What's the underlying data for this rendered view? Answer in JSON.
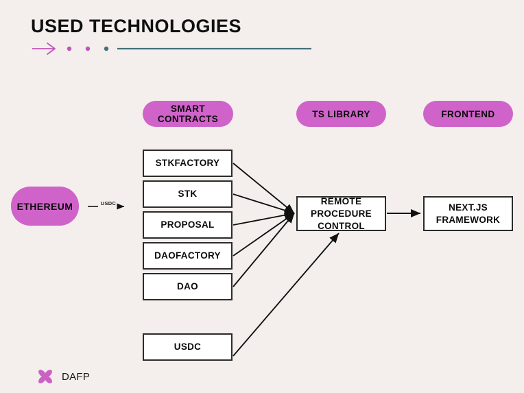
{
  "page": {
    "title": "USED TECHNOLOGIES",
    "background_color": "#F4EFEC"
  },
  "theme": {
    "accent_magenta": "#D063CA",
    "accent_teal": "#44707A",
    "node_border": "#2B2B2B",
    "node_fill": "#FFFFFF",
    "text_color": "#0B0B0B"
  },
  "title_rule": {
    "arrow_color": "#C154B8",
    "dots": [
      {
        "color": "#C154B8"
      },
      {
        "color": "#C154B8"
      },
      {
        "color": "#44707A"
      }
    ],
    "line_color": "#44707A"
  },
  "columns": [
    {
      "id": "smart-contracts",
      "label": "SMART CONTRACTS"
    },
    {
      "id": "ts-library",
      "label": "TS LIBRARY"
    },
    {
      "id": "frontend",
      "label": "FRONTEND"
    }
  ],
  "source": {
    "label": "ETHEREUM",
    "edge_label": "USDC"
  },
  "contracts": [
    {
      "id": "stkfactory",
      "label": "STKFACTORY"
    },
    {
      "id": "stk",
      "label": "STK"
    },
    {
      "id": "proposal",
      "label": "PROPOSAL"
    },
    {
      "id": "daofactory",
      "label": "DAOFACTORY"
    },
    {
      "id": "dao",
      "label": "DAO"
    }
  ],
  "token": {
    "id": "usdc",
    "label": "USDC"
  },
  "middleware": {
    "id": "rpc",
    "line1": "REMOTE PROCEDURE",
    "line2": "CONTROL"
  },
  "frontend_node": {
    "id": "nextjs",
    "line1": "NEXT.JS",
    "line2": "FRAMEWORK"
  },
  "footer": {
    "brand": "DAFP",
    "logo_color": "#CB62C3"
  }
}
